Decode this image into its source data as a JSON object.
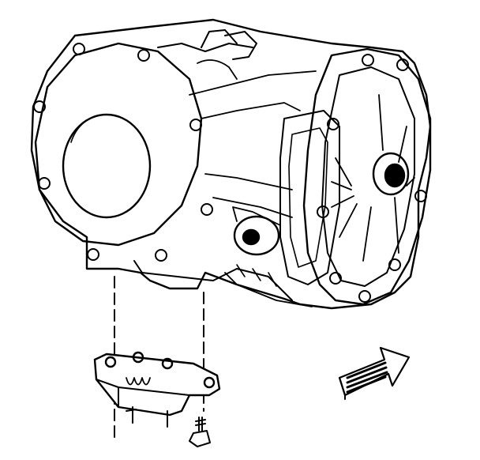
{
  "diagram": {
    "kind": "exploded-view line drawing",
    "components": [
      "transmission-housing",
      "rear-cover-bolt-ring",
      "bearing-cap",
      "mount-bracket",
      "mount-bolt",
      "direction-arrow"
    ],
    "colors": {
      "ink": "#000000",
      "paper": "#ffffff",
      "arrow_stripe": "#000000"
    }
  }
}
